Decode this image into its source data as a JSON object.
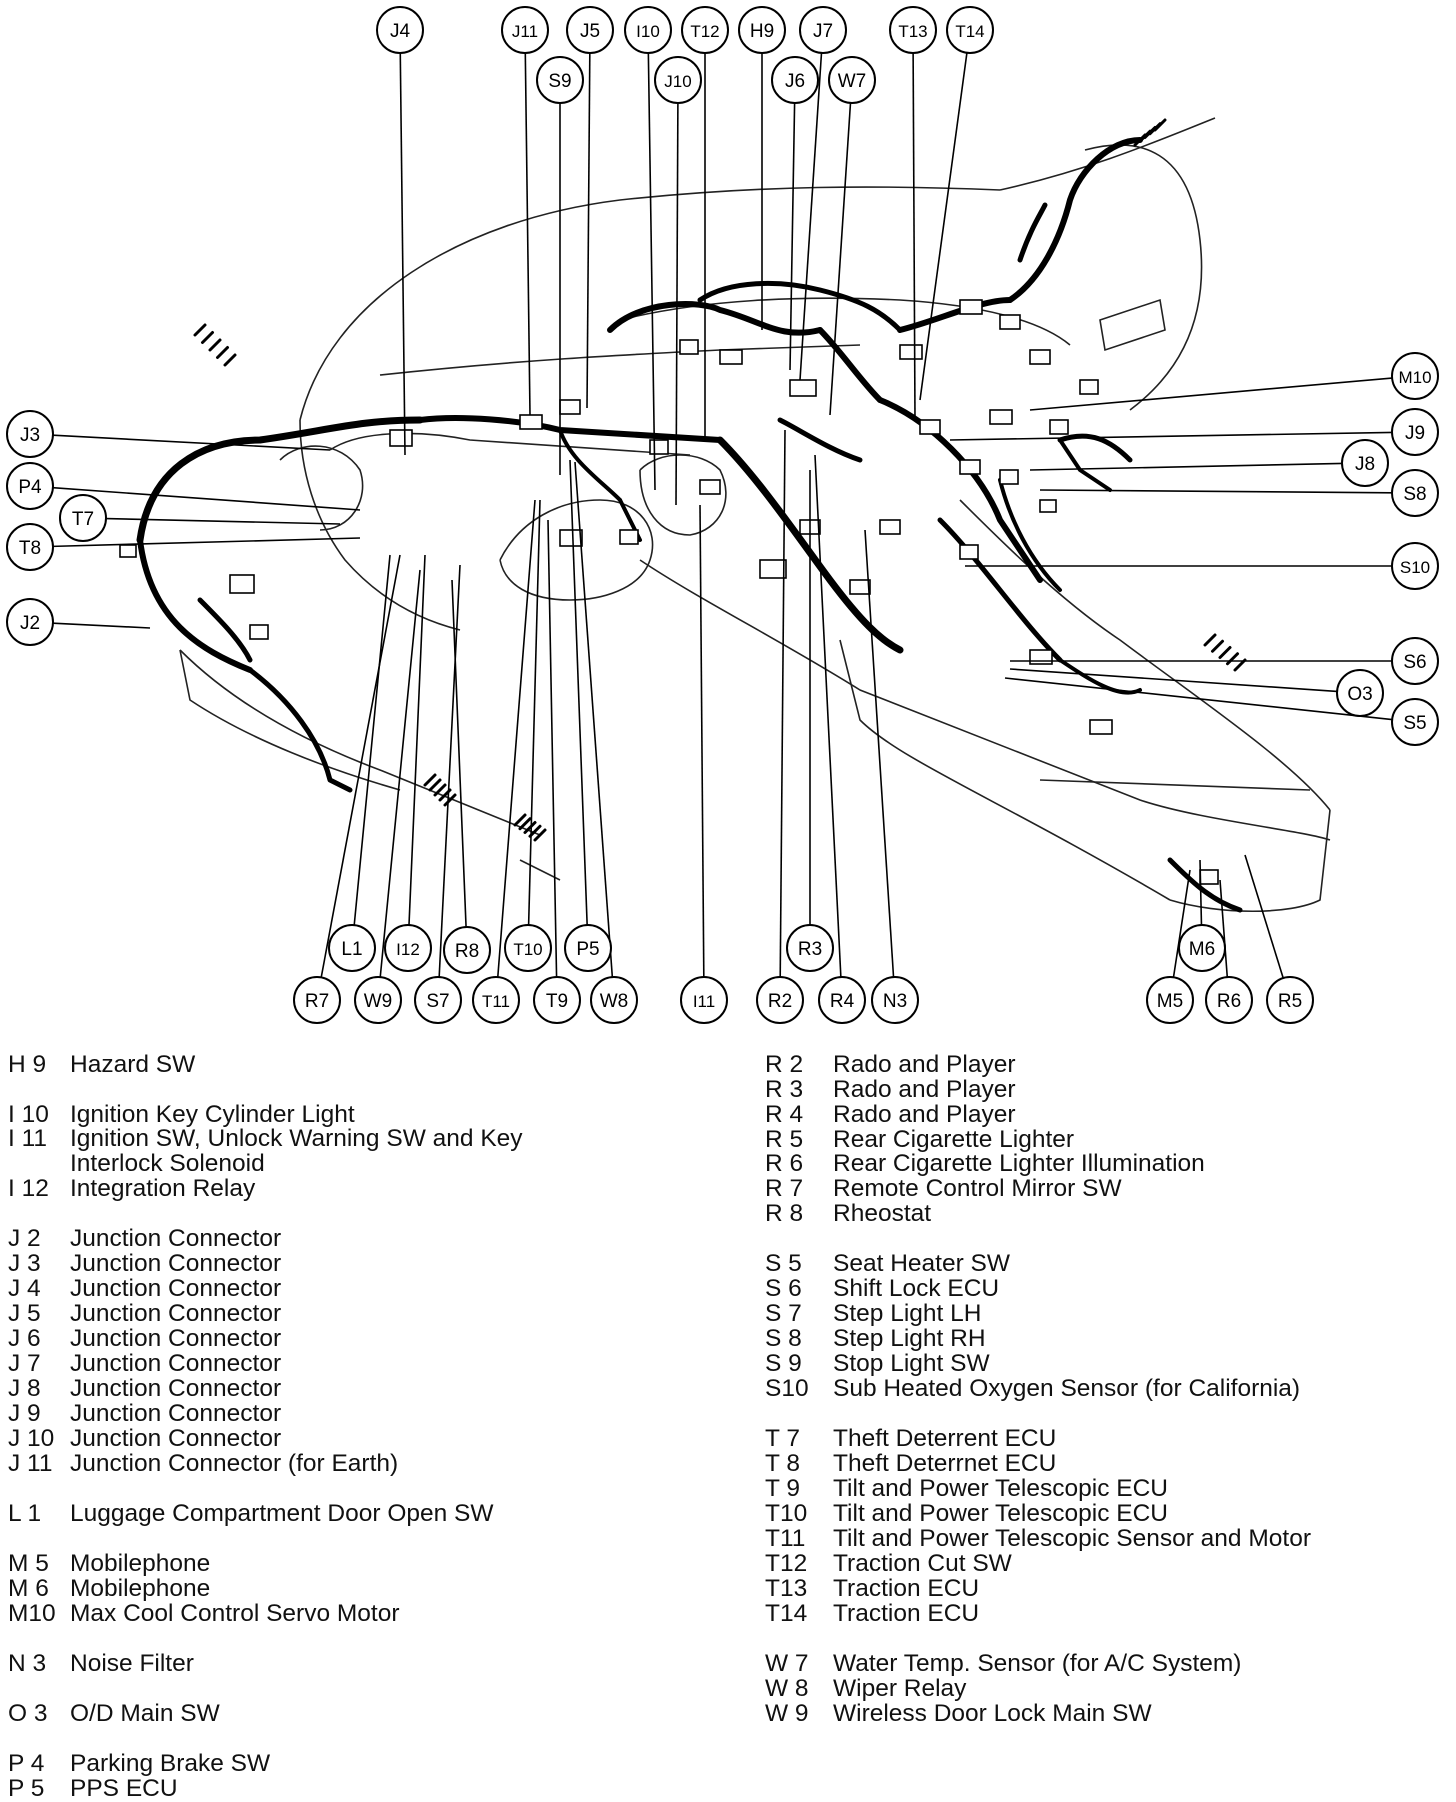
{
  "diagram": {
    "callouts": [
      "J4",
      "J11",
      "J5",
      "I10",
      "T12",
      "H9",
      "J7",
      "T13",
      "T14",
      "S9",
      "J10",
      "J6",
      "W7",
      "M10",
      "J3",
      "J9",
      "P4",
      "J8",
      "S8",
      "T7",
      "T8",
      "S10",
      "J2",
      "S6",
      "O3",
      "S5",
      "L1",
      "I12",
      "R8",
      "T10",
      "P5",
      "R3",
      "M6",
      "R7",
      "W9",
      "S7",
      "T11",
      "T9",
      "W8",
      "I11",
      "R2",
      "R4",
      "N3",
      "M5",
      "R6",
      "R5"
    ]
  },
  "legend": {
    "left": [
      {
        "code": "H 9",
        "desc": "Hazard SW"
      },
      {
        "code": "I 10",
        "desc": "Ignition Key Cylinder Light"
      },
      {
        "code": "I 11",
        "desc": "Ignition SW, Unlock Warning SW and Key"
      },
      {
        "code": "",
        "desc": "Interlock Solenoid"
      },
      {
        "code": "I 12",
        "desc": "Integration Relay"
      },
      {
        "code": "J 2",
        "desc": "Junction Connector"
      },
      {
        "code": "J 3",
        "desc": "Junction Connector"
      },
      {
        "code": "J 4",
        "desc": "Junction Connector"
      },
      {
        "code": "J 5",
        "desc": "Junction Connector"
      },
      {
        "code": "J 6",
        "desc": "Junction Connector"
      },
      {
        "code": "J 7",
        "desc": "Junction Connector"
      },
      {
        "code": "J 8",
        "desc": "Junction Connector"
      },
      {
        "code": "J 9",
        "desc": "Junction Connector"
      },
      {
        "code": "J 10",
        "desc": "Junction Connector"
      },
      {
        "code": "J 11",
        "desc": "Junction Connector (for Earth)"
      },
      {
        "code": "L 1",
        "desc": "Luggage Compartment Door Open SW"
      },
      {
        "code": "M 5",
        "desc": "Mobilephone"
      },
      {
        "code": "M 6",
        "desc": "Mobilephone"
      },
      {
        "code": "M10",
        "desc": "Max Cool Control Servo Motor"
      },
      {
        "code": "N 3",
        "desc": "Noise Filter"
      },
      {
        "code": "O 3",
        "desc": "O/D Main SW"
      },
      {
        "code": "P 4",
        "desc": "Parking Brake SW"
      },
      {
        "code": "P 5",
        "desc": "PPS ECU"
      }
    ],
    "right": [
      {
        "code": "R 2",
        "desc": "Rado and Player"
      },
      {
        "code": "R 3",
        "desc": "Rado and Player"
      },
      {
        "code": "R 4",
        "desc": "Rado and Player"
      },
      {
        "code": "R 5",
        "desc": "Rear Cigarette Lighter"
      },
      {
        "code": "R 6",
        "desc": "Rear Cigarette Lighter Illumination"
      },
      {
        "code": "R 7",
        "desc": "Remote Control Mirror SW"
      },
      {
        "code": "R 8",
        "desc": "Rheostat"
      },
      {
        "code": "S 5",
        "desc": "Seat Heater SW"
      },
      {
        "code": "S 6",
        "desc": "Shift Lock ECU"
      },
      {
        "code": "S 7",
        "desc": "Step Light LH"
      },
      {
        "code": "S 8",
        "desc": "Step Light RH"
      },
      {
        "code": "S 9",
        "desc": "Stop Light SW"
      },
      {
        "code": "S10",
        "desc": "Sub Heated Oxygen Sensor (for California)"
      },
      {
        "code": "T 7",
        "desc": "Theft Deterrent ECU"
      },
      {
        "code": "T 8",
        "desc": "Theft Deterrnet ECU"
      },
      {
        "code": "T 9",
        "desc": "Tilt and Power Telescopic ECU"
      },
      {
        "code": "T10",
        "desc": "Tilt and Power Telescopic ECU"
      },
      {
        "code": "T11",
        "desc": "Tilt and Power Telescopic Sensor and Motor"
      },
      {
        "code": "T12",
        "desc": "Traction Cut SW"
      },
      {
        "code": "T13",
        "desc": "Traction ECU"
      },
      {
        "code": "T14",
        "desc": "Traction ECU"
      },
      {
        "code": "W 7",
        "desc": "Water Temp. Sensor (for A/C System)"
      },
      {
        "code": "W 8",
        "desc": "Wiper Relay"
      },
      {
        "code": "W 9",
        "desc": "Wireless Door Lock Main SW"
      }
    ]
  }
}
